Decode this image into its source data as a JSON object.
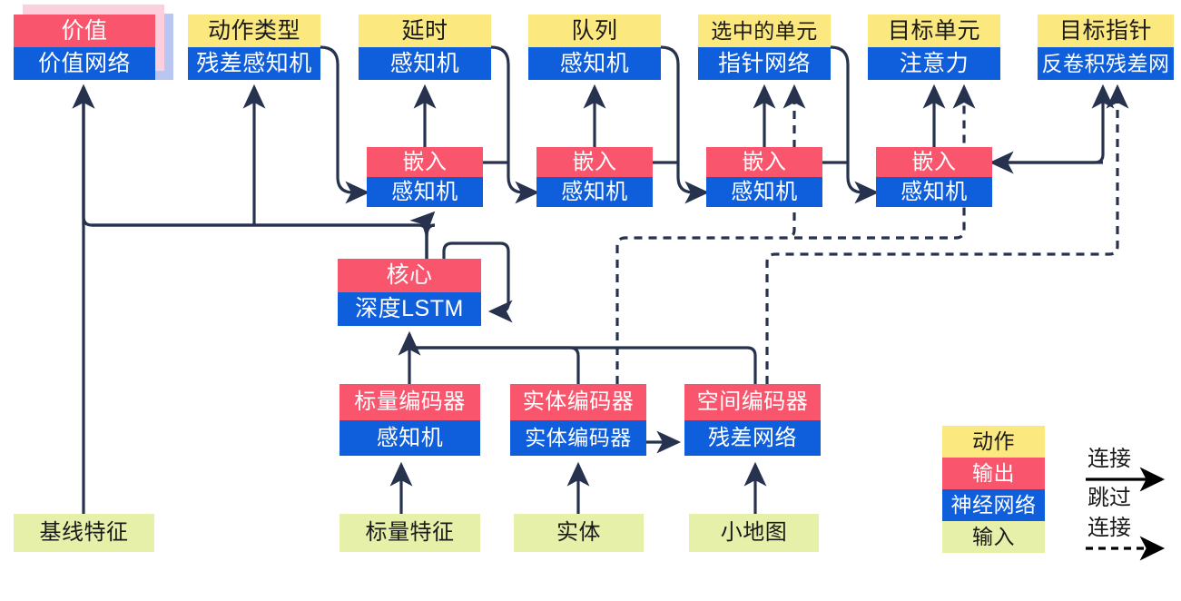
{
  "diagram": {
    "title": "AlphaStar-style network architecture diagram",
    "colors": {
      "action": "#fbe87f",
      "output": "#f9566e",
      "network": "#0f5fdd",
      "input": "#e6f0a8",
      "edge": "#27324f",
      "shadow_pink": "#fbd0dc",
      "shadow_blue": "#b9c6f2"
    },
    "outputs": [
      {
        "id": "value",
        "action": "价值",
        "network": "价值网络"
      },
      {
        "id": "action-type",
        "action": "动作类型",
        "network": "残差感知机"
      },
      {
        "id": "delay",
        "action": "延时",
        "network": "感知机"
      },
      {
        "id": "queue",
        "action": "队列",
        "network": "感知机"
      },
      {
        "id": "selected-units",
        "action": "选中的单元",
        "network": "指针网络"
      },
      {
        "id": "target-unit",
        "action": "目标单元",
        "network": "注意力"
      },
      {
        "id": "target-point",
        "action": "目标指针",
        "network": "反卷积残差网"
      }
    ],
    "embeddings": [
      {
        "id": "embed-1",
        "top": "嵌入",
        "bottom": "感知机"
      },
      {
        "id": "embed-2",
        "top": "嵌入",
        "bottom": "感知机"
      },
      {
        "id": "embed-3",
        "top": "嵌入",
        "bottom": "感知机"
      },
      {
        "id": "embed-4",
        "top": "嵌入",
        "bottom": "感知机"
      }
    ],
    "core": {
      "id": "core",
      "top": "核心",
      "bottom": "深度LSTM"
    },
    "encoders": [
      {
        "id": "scalar-encoder",
        "top": "标量编码器",
        "bottom": "感知机"
      },
      {
        "id": "entity-encoder",
        "top": "实体编码器",
        "bottom": "实体编码器"
      },
      {
        "id": "spatial-encoder",
        "top": "空间编码器",
        "bottom": "残差网络"
      }
    ],
    "inputs": [
      {
        "id": "baseline-features",
        "label": "基线特征"
      },
      {
        "id": "scalar-features",
        "label": "标量特征"
      },
      {
        "id": "entities",
        "label": "实体"
      },
      {
        "id": "minimap",
        "label": "小地图"
      }
    ],
    "legend": {
      "stack": [
        {
          "id": "legend-action",
          "label": "动作"
        },
        {
          "id": "legend-output",
          "label": "输出"
        },
        {
          "id": "legend-network",
          "label": "神经网络"
        },
        {
          "id": "legend-input",
          "label": "输入"
        }
      ],
      "connection_label": "连接",
      "skip_label_line1": "跳过",
      "skip_label_line2": "连接"
    }
  }
}
